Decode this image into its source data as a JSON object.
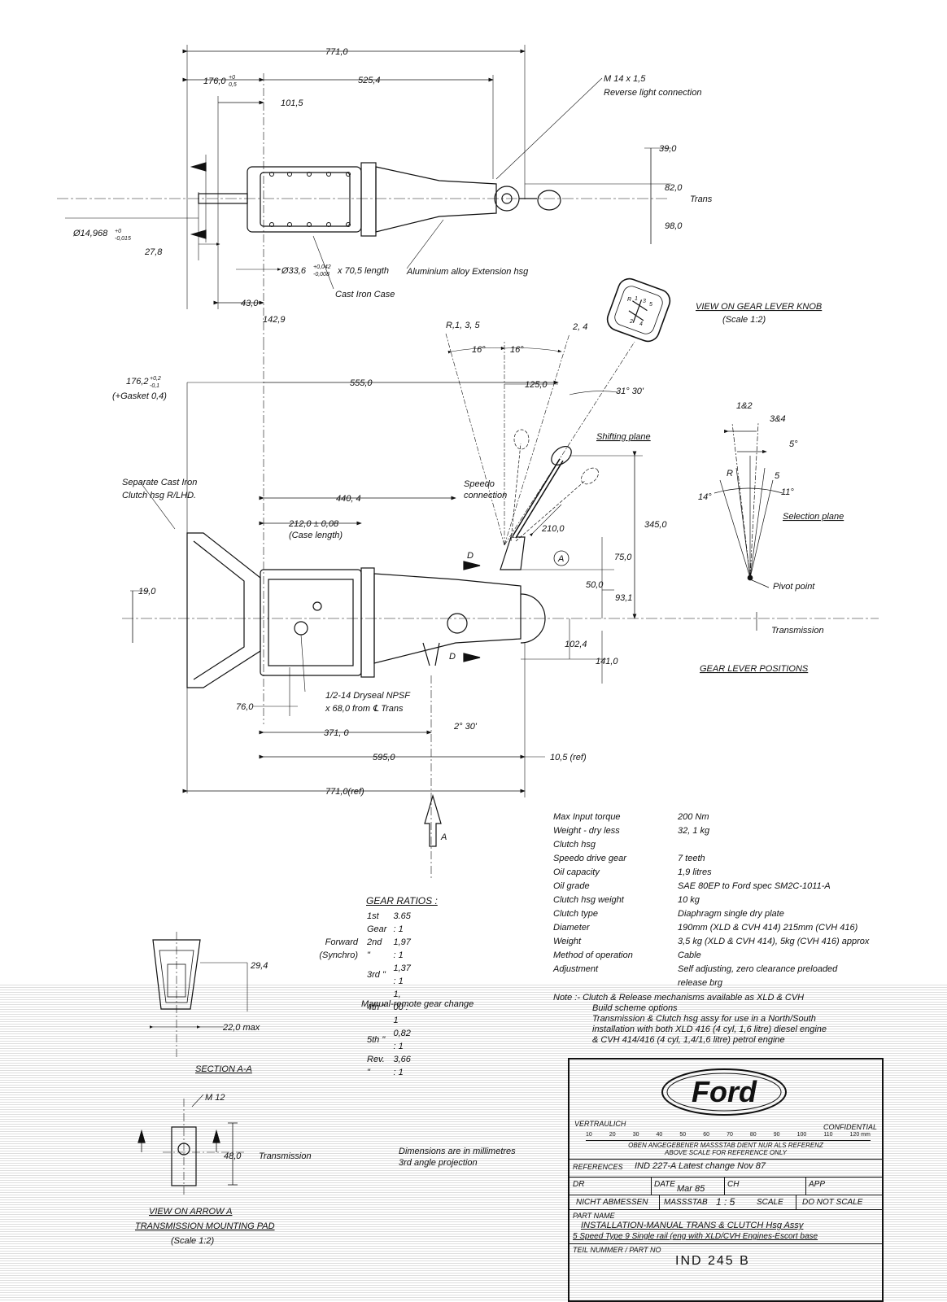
{
  "dimensions": {
    "overall_top": "771,0",
    "d176_top": "176,0",
    "d176_tol_upper": "+0",
    "d176_tol_lower": "0,5",
    "d525": "525,4",
    "d101": "101,5",
    "thread_spec": "M 14 x 1,5",
    "reverse_light": "Reverse light connection",
    "d39": "39,0",
    "d82": "82,0",
    "d98": "98,0",
    "trans_cl_top": "Trans",
    "shaft_dia": "Ø14,968",
    "shaft_tol_upper": "+0",
    "shaft_tol_lower": "-0,015",
    "d27": "27,8",
    "bore": "Ø33,6",
    "bore_tol_upper": "+0,042",
    "bore_tol_lower": "-0,008",
    "bore_length": "x 70,5 length",
    "alu_ext": "Aluminium alloy Extension hsg",
    "cast_iron_case": "Cast Iron Case",
    "d43": "43,0",
    "d142": "142,9",
    "d176_side": "176,2",
    "d176_side_tol_upper": "+0,2",
    "d176_side_tol_lower": "-0,1",
    "gasket": "(+Gasket 0,4)",
    "d555": "555,0",
    "r135": "R,1, 3, 5",
    "l24": "2, 4",
    "a16_left": "16°",
    "a16_right": "16°",
    "d125": "125,0",
    "a31": "31° 30'",
    "shifting_plane": "Shifting plane",
    "separate_clutch_1": "Separate Cast Iron",
    "separate_clutch_2": "Clutch hsg R/LHD.",
    "speedo_1": "Speedo",
    "speedo_2": "connection",
    "d440": "440, 4",
    "d212": "212,0 ± 0,08",
    "case_length": "(Case length)",
    "d210": "210,0",
    "d345": "345,0",
    "d75": "75,0",
    "mark_a": "A",
    "mark_d1": "D",
    "mark_d2": "D",
    "d19": "19,0",
    "d50": "50,0",
    "d93": "93,1",
    "d102": "102,4",
    "d141": "141,0",
    "transmission_cl": "Transmission",
    "drain_1": "1/2-14 Dryseal NPSF",
    "drain_2": "x 68,0 from ℄ Trans",
    "d76": "76,0",
    "d371": "371, 0",
    "a2_30": "2° 30'",
    "d595": "595,0",
    "d10": "10,5 (ref)",
    "d771_ref": "771,0(ref)",
    "arrow_a": "A"
  },
  "knob_view": {
    "title": "VIEW ON GEAR LEVER KNOB",
    "scale": "(Scale 1:2)",
    "gears": [
      "R",
      "1",
      "3",
      "5",
      "2",
      "4"
    ]
  },
  "gear_lever": {
    "c12": "1&2",
    "c34": "3&4",
    "a5": "5°",
    "cr": "R",
    "c5": "5",
    "a14": "14°",
    "a11": "11°",
    "selection_plane": "Selection plane",
    "pivot": "Pivot point",
    "title": "GEAR LEVER POSITIONS"
  },
  "gear_ratios": {
    "title": "GEAR RATIOS :",
    "group_line1": "Forward",
    "group_line2": "(Synchro)",
    "rows": [
      {
        "gear": "1st Gear",
        "ratio": "3.65 : 1"
      },
      {
        "gear": "2nd  \"",
        "ratio": "1,97 : 1"
      },
      {
        "gear": "3rd  \"",
        "ratio": "1,37 : 1"
      },
      {
        "gear": "4th  \"",
        "ratio": "1, 00 : 1"
      },
      {
        "gear": "5th  \"",
        "ratio": "0,82 : 1"
      },
      {
        "gear": "Rev.  \"",
        "ratio": "3,66 : 1"
      }
    ],
    "footer": "Manual-remote gear change"
  },
  "specs": [
    {
      "label": "Max Input torque",
      "value": "200 Nm"
    },
    {
      "label": "Weight - dry less",
      "value": "32, 1 kg"
    },
    {
      "label": "  Clutch hsg",
      "value": ""
    },
    {
      "label": "Speedo drive gear",
      "value": "7 teeth"
    },
    {
      "label": "Oil capacity",
      "value": "1,9 litres"
    },
    {
      "label": "Oil grade",
      "value": "SAE 80EP to Ford spec SM2C-1011-A"
    },
    {
      "label": "Clutch hsg weight",
      "value": "10 kg"
    },
    {
      "label": "Clutch type",
      "value": "Diaphragm single dry plate"
    },
    {
      "label": "  Diameter",
      "value": "190mm (XLD & CVH 414) 215mm (CVH 416)"
    },
    {
      "label": "  Weight",
      "value": "3,5 kg (XLD & CVH 414), 5kg (CVH 416) approx"
    },
    {
      "label": "  Method of operation",
      "value": "Cable"
    },
    {
      "label": "  Adjustment",
      "value": "Self adjusting, zero clearance preloaded"
    },
    {
      "label": "",
      "value": "release brg"
    }
  ],
  "notes": [
    "Note :- Clutch & Release mechanisms available as XLD & CVH",
    "Build scheme options",
    "Transmission & Clutch hsg assy for use in a North/South",
    "installation with both XLD 416 (4 cyl, 1,6 litre) diesel engine",
    "& CVH 414/416 (4 cyl, 1,4/1,6 litre) petrol engine"
  ],
  "section_aa": {
    "title": "SECTION A-A",
    "d29": "29,4",
    "d22": "22,0 max"
  },
  "arrow_view": {
    "thread": "M 12",
    "d48": "48,0",
    "transmission": "Transmission",
    "title1": "VIEW ON ARROW A",
    "title2": "TRANSMISSION MOUNTING PAD",
    "scale": "(Scale 1:2)"
  },
  "units_note": [
    "Dimensions are in millimetres",
    "3rd angle projection"
  ],
  "title_block": {
    "logo": "Ford",
    "vertraulich": "VERTRAULICH",
    "confidential": "CONFIDENTIAL",
    "scale_ticks": [
      "10",
      "20",
      "30",
      "40",
      "50",
      "60",
      "70",
      "80",
      "90",
      "100",
      "110",
      "120 mm"
    ],
    "scale_note_de": "OBEN ANGEGEBENER MASSSTAB DIENT NUR ALS REFERENZ",
    "scale_note_en": "ABOVE SCALE FOR REFERENCE ONLY",
    "references_label": "REFERENCES",
    "references_value": "IND 227-A   Latest change Nov 87",
    "dr_label": "DR",
    "date_label": "DATE",
    "date_value": "Mar 85",
    "ch_label": "CH",
    "app_label": "APP",
    "nicht_abmessen": "NICHT ABMESSEN",
    "massstab": "MASSSTAB",
    "scale_value": "1 : 5",
    "scale_label": "SCALE",
    "do_not_scale": "DO NOT SCALE",
    "part_name_label": "PART NAME",
    "part_name_1": "INSTALLATION-MANUAL TRANS & CLUTCH Hsg Assy",
    "part_name_2": "5 Speed Type 9 Single rail (eng with XLD/CVH Engines-Escort base",
    "part_no_label": "TEIL NUMMER / PART NO",
    "part_no": "IND 245 B"
  }
}
